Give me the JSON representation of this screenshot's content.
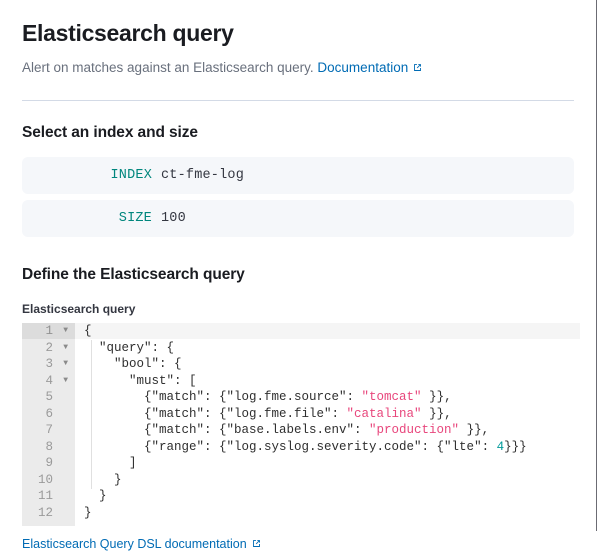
{
  "header": {
    "title": "Elasticsearch query",
    "subtitle_text": "Alert on matches against an Elasticsearch query.",
    "doc_link_label": "Documentation",
    "doc_link_icon": "external-link-icon"
  },
  "index_section": {
    "heading": "Select an index and size",
    "rows": [
      {
        "label": "INDEX",
        "value": "ct-fme-log"
      },
      {
        "label": "SIZE",
        "value": "100"
      }
    ]
  },
  "query_section": {
    "heading": "Define the Elasticsearch query",
    "editor_label": "Elasticsearch query",
    "footer_link_label": "Elasticsearch Query DSL documentation",
    "footer_link_icon": "external-link-icon",
    "gutter": [
      {
        "n": "1",
        "fold": true,
        "active": true
      },
      {
        "n": "2",
        "fold": true,
        "active": false
      },
      {
        "n": "3",
        "fold": true,
        "active": false
      },
      {
        "n": "4",
        "fold": true,
        "active": false
      },
      {
        "n": "5",
        "fold": false,
        "active": false
      },
      {
        "n": "6",
        "fold": false,
        "active": false
      },
      {
        "n": "7",
        "fold": false,
        "active": false
      },
      {
        "n": "8",
        "fold": false,
        "active": false
      },
      {
        "n": "9",
        "fold": false,
        "active": false
      },
      {
        "n": "10",
        "fold": false,
        "active": false
      },
      {
        "n": "11",
        "fold": false,
        "active": false
      },
      {
        "n": "12",
        "fold": false,
        "active": false
      }
    ],
    "code_lines": [
      "{",
      "  \"query\": {",
      "    \"bool\": {",
      "      \"must\": [",
      "        {\"match\": {\"log.fme.source\": \"tomcat\" }},",
      "        {\"match\": {\"log.fme.file\": \"catalina\" }},",
      "        {\"match\": {\"base.labels.env\": \"production\" }},",
      "        {\"range\": {\"log.syslog.severity.code\": {\"lte\": 4}}}",
      "      ]",
      "    }",
      "  }",
      "}"
    ],
    "code_tokens": [
      [
        {
          "t": "{",
          "k": "plain"
        }
      ],
      [
        {
          "t": "  \"query\": {",
          "k": "plain"
        }
      ],
      [
        {
          "t": "    \"bool\": {",
          "k": "plain"
        }
      ],
      [
        {
          "t": "      \"must\": [",
          "k": "plain"
        }
      ],
      [
        {
          "t": "        {\"match\": {\"log.fme.source\": ",
          "k": "plain"
        },
        {
          "t": "\"tomcat\"",
          "k": "str"
        },
        {
          "t": " }},",
          "k": "plain"
        }
      ],
      [
        {
          "t": "        {\"match\": {\"log.fme.file\": ",
          "k": "plain"
        },
        {
          "t": "\"catalina\"",
          "k": "str"
        },
        {
          "t": " }},",
          "k": "plain"
        }
      ],
      [
        {
          "t": "        {\"match\": {\"base.labels.env\": ",
          "k": "plain"
        },
        {
          "t": "\"production\"",
          "k": "str"
        },
        {
          "t": " }},",
          "k": "plain"
        }
      ],
      [
        {
          "t": "        {\"range\": {\"log.syslog.severity.code\": {\"lte\": ",
          "k": "plain"
        },
        {
          "t": "4",
          "k": "num"
        },
        {
          "t": "}}}",
          "k": "plain"
        }
      ],
      [
        {
          "t": "      ]",
          "k": "plain"
        }
      ],
      [
        {
          "t": "    }",
          "k": "plain"
        }
      ],
      [
        {
          "t": "  }",
          "k": "plain"
        }
      ],
      [
        {
          "t": "}",
          "k": "plain"
        }
      ]
    ]
  },
  "colors": {
    "link": "#006bb4",
    "mono_label": "#00867d",
    "string_token": "#e8467c",
    "number_token": "#009999",
    "field_bg": "#f5f7fa",
    "divider": "#d3dae6"
  }
}
